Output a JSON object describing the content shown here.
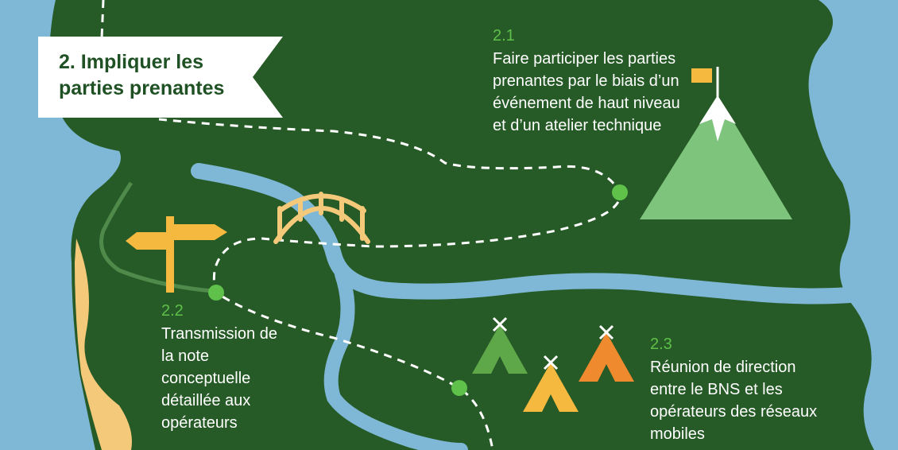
{
  "banner": {
    "title": "2. Impliquer les parties prenantes"
  },
  "steps": [
    {
      "number": "2.1",
      "text": "Faire participer les parties prenantes par le biais d’un événement de haut niveau et d’un atelier technique"
    },
    {
      "number": "2.2",
      "text": "Transmission de la note conceptuelle détaillée aux opérateurs"
    },
    {
      "number": "2.3",
      "text": "Réunion de direction entre le BNS et les opérateurs des réseaux mobiles"
    }
  ],
  "colors": {
    "water": "#7fb8d6",
    "land": "#265a26",
    "path": "#ffffff",
    "node": "#5fc04a",
    "accent_yellow": "#f6b93f",
    "accent_orange": "#f08a2e",
    "mountain": "#7fc47c",
    "sand": "#f5c97a"
  },
  "icons": [
    "flag-icon",
    "mountain-icon",
    "bridge-icon",
    "signpost-icon",
    "tent-icon"
  ]
}
